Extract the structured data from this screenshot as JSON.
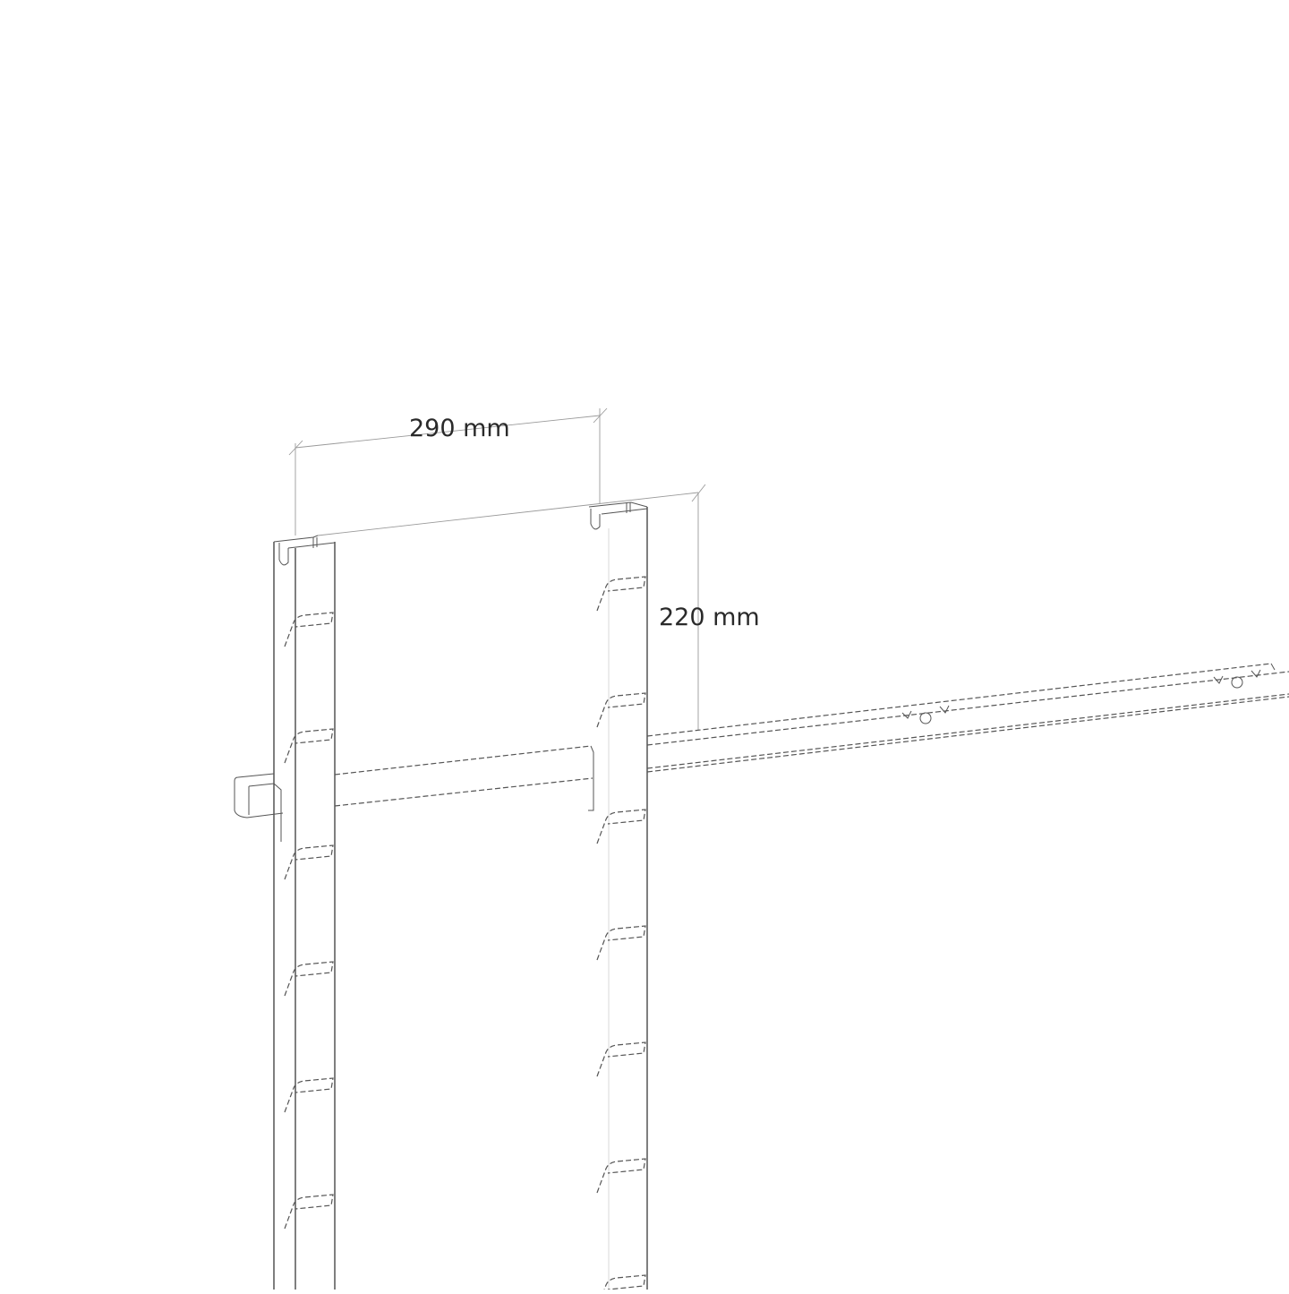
{
  "diagram": {
    "type": "technical-line-drawing",
    "subject": "wall-mounted shelving rail system with vertical uprights",
    "background_color": "#ffffff",
    "line_color": "#3a3a3a",
    "dimensions": {
      "width_label": "290 mm",
      "height_label": "220 mm"
    },
    "components": {
      "uprights": 2,
      "horizontal_rail": 1,
      "hooks_per_upright_visible": [
        6,
        7
      ]
    }
  }
}
